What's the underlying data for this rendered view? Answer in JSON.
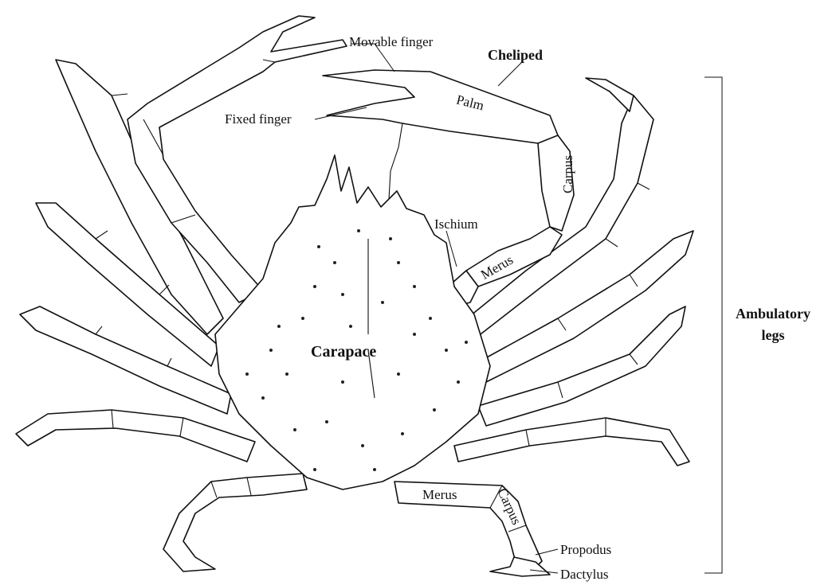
{
  "labels": {
    "movable_finger": "Movable finger",
    "cheliped": "Cheliped",
    "palm": "Palm",
    "fixed_finger": "Fixed finger",
    "carpus_cheliped": "Carpus",
    "ischium": "Ischium",
    "merus_cheliped": "Merus",
    "carapace": "Carapace",
    "merus_leg": "Merus",
    "carpus_leg": "Carpus",
    "propodus": "Propodus",
    "dactylus": "Dactylus",
    "ambulatory_line1": "Ambulatory",
    "ambulatory_line2": "legs"
  },
  "colors": {
    "ink": "#111111",
    "background": "#ffffff"
  }
}
